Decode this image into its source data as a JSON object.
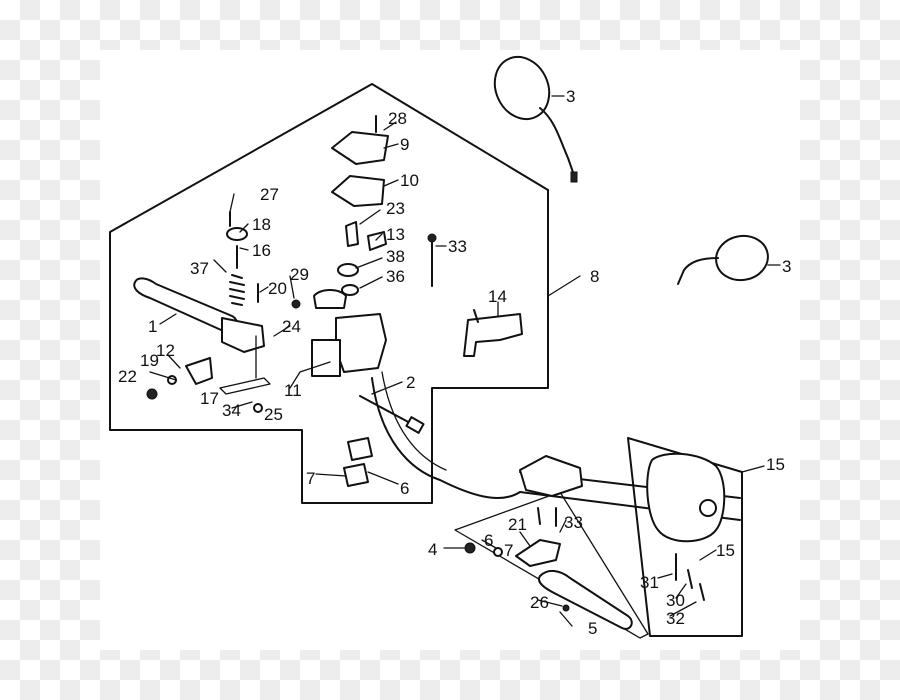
{
  "diagram": {
    "callouts": {
      "n1": "1",
      "n2": "2",
      "n3a": "3",
      "n3b": "3",
      "n4": "4",
      "n5": "5",
      "n6a": "6",
      "n6b": "6",
      "n7a": "7",
      "n7b": "7",
      "n8": "8",
      "n9": "9",
      "n10": "10",
      "n11": "11",
      "n12": "12",
      "n13": "13",
      "n14": "14",
      "n15a": "15",
      "n15b": "15",
      "n16": "16",
      "n17": "17",
      "n18": "18",
      "n19": "19",
      "n20": "20",
      "n21": "21",
      "n22": "22",
      "n23": "23",
      "n24": "24",
      "n25": "25",
      "n26": "26",
      "n27": "27",
      "n28": "28",
      "n29": "29",
      "n30": "30",
      "n31": "31",
      "n32": "32",
      "n33a": "33",
      "n33b": "33",
      "n34": "34",
      "n36": "36",
      "n37": "37",
      "n38": "38"
    }
  }
}
